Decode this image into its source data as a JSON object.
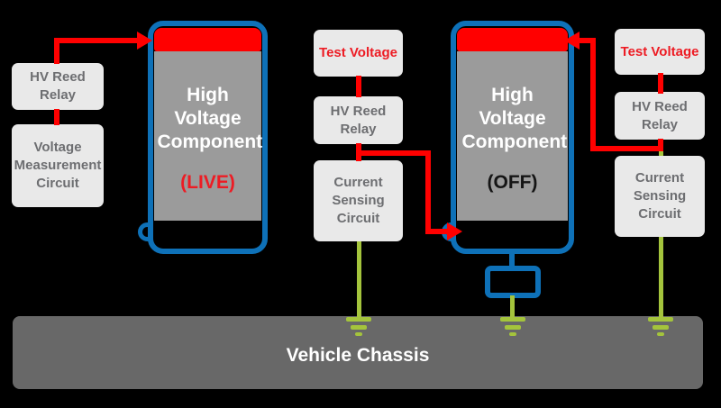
{
  "colors": {
    "red": "#ff0000",
    "textRed": "#ed1c24",
    "blue": "#0e71b8",
    "green": "#a4c43c",
    "boxBg": "#e9e9e9",
    "boxText": "#6d6e71",
    "compGray": "#9b9b9b",
    "chassisGray": "#686868",
    "statusOff": "#151515"
  },
  "left_column": {
    "relay_label": "HV Reed Relay",
    "measurement_label": "Voltage Measurement Circuit"
  },
  "middle_column": {
    "test_voltage_label": "Test Voltage",
    "relay_label": "HV Reed Relay",
    "sensing_label": "Current Sensing Circuit"
  },
  "right_column": {
    "test_voltage_label": "Test Voltage",
    "relay_label": "HV Reed Relay",
    "sensing_label": "Current Sensing Circuit"
  },
  "component_live": {
    "title": "High Voltage Component",
    "status": "(LIVE)"
  },
  "component_off": {
    "title": "High Voltage Component",
    "status": "(OFF)"
  },
  "chassis": {
    "label": "Vehicle Chassis"
  }
}
